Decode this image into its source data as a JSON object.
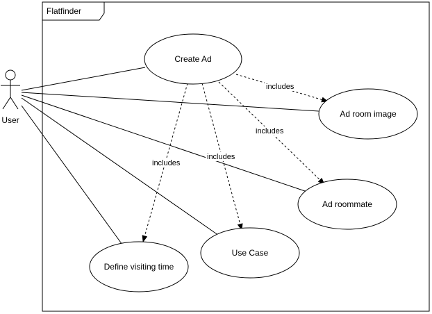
{
  "frame": {
    "title": "Flatfinder"
  },
  "actor": {
    "name": "User",
    "icon": "stick-figure-icon"
  },
  "use_cases": {
    "create_ad": "Create Ad",
    "ad_room_image": "Ad room image",
    "ad_roommate": "Ad roommate",
    "use_case": "Use Case",
    "define_visiting_time": "Define visiting time"
  },
  "relations": {
    "includes_ad_room_image": "includes",
    "includes_ad_roommate": "includes",
    "includes_use_case": "includes",
    "includes_define_visiting_time": "includes"
  },
  "colors": {
    "stroke": "#000000",
    "background": "#ffffff"
  }
}
